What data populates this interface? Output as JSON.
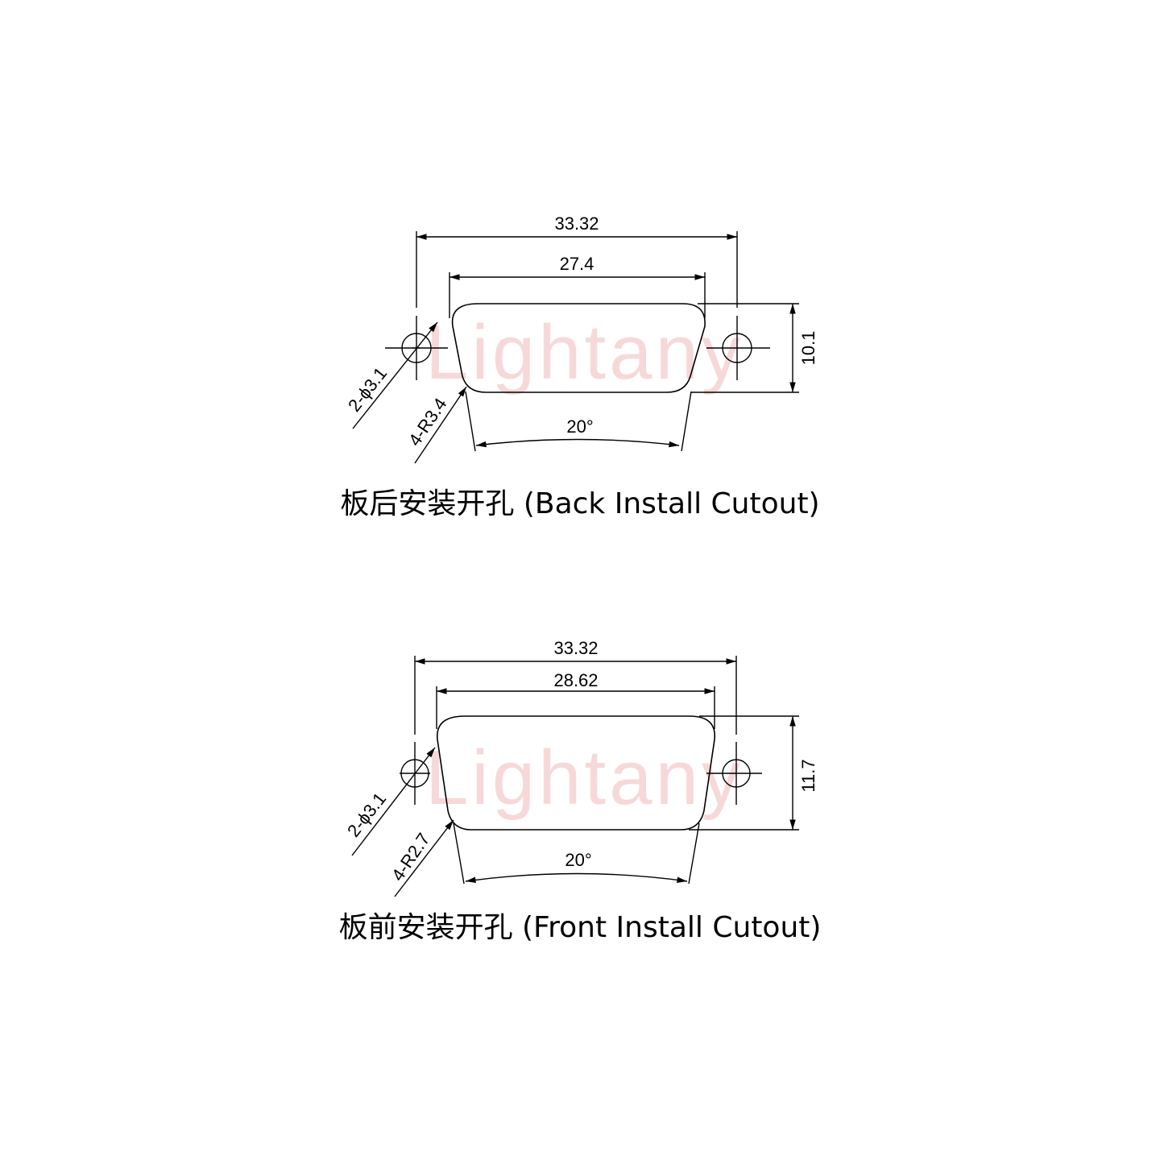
{
  "watermark": "Lightany",
  "back": {
    "title": "板后安装开孔 (Back Install Cutout)",
    "overall": "33.32",
    "cutout_width": "27.4",
    "height": "10.1",
    "angle": "20°",
    "holes": "2-ϕ3.1",
    "radius": "4-R3.4"
  },
  "front": {
    "title": "板前安装开孔 (Front Install Cutout)",
    "overall": "33.32",
    "cutout_width": "28.62",
    "height": "11.7",
    "angle": "20°",
    "holes": "2-ϕ3.1",
    "radius": "4-R2.7"
  }
}
